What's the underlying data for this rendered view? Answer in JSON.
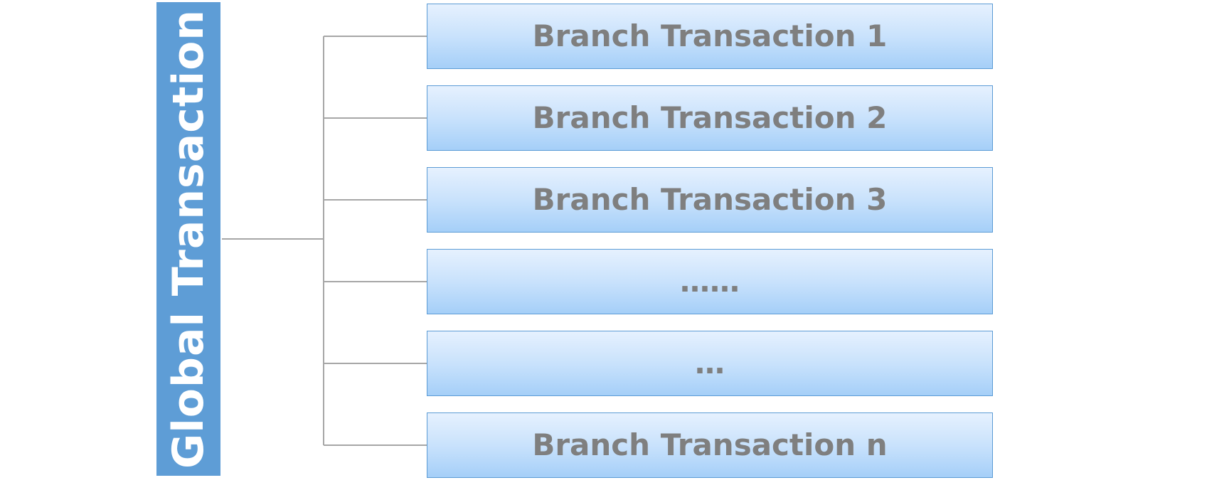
{
  "global": {
    "label": "Global Transaction"
  },
  "branches": [
    {
      "label": "Branch Transaction 1"
    },
    {
      "label": "Branch Transaction 2"
    },
    {
      "label": "Branch Transaction 3"
    },
    {
      "label": "……"
    },
    {
      "label": "…"
    },
    {
      "label": "Branch Transaction n"
    }
  ],
  "colors": {
    "global_fill": "#5e9dd6",
    "branch_border": "#5b9bd5",
    "branch_text": "#7f7f7f",
    "connector": "#a6a6a6"
  }
}
